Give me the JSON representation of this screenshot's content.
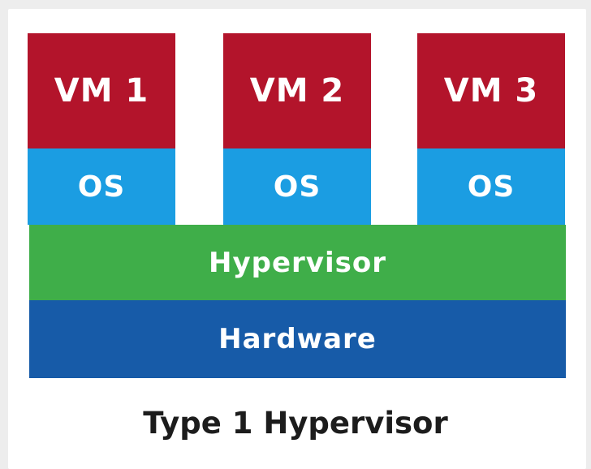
{
  "diagram": {
    "vms": [
      {
        "label": "VM 1",
        "os_label": "OS"
      },
      {
        "label": "VM 2",
        "os_label": "OS"
      },
      {
        "label": "VM 3",
        "os_label": "OS"
      }
    ],
    "hypervisor_label": "Hypervisor",
    "hardware_label": "Hardware",
    "caption": "Type 1 Hypervisor"
  },
  "colors": {
    "vm": "#b3142b",
    "os": "#1b9de2",
    "hypervisor": "#3fae49",
    "hardware": "#175ba8",
    "text": "#ffffff",
    "caption": "#1c1c1c",
    "background": "#ffffff"
  }
}
